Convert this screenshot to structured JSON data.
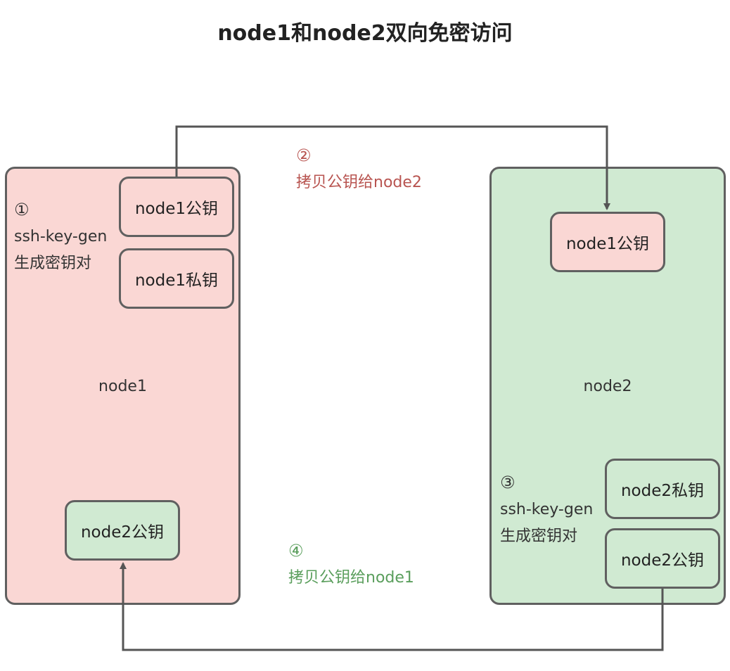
{
  "title": "node1和node2双向免密访问",
  "colors": {
    "node1_fill": "#fad7d4",
    "node2_fill": "#d0ead2",
    "border": "#606060",
    "step2_text": "#b85450",
    "step4_text": "#5a9e5c",
    "text": "#333333"
  },
  "node1": {
    "label": "node1",
    "public_key": "node1公钥",
    "private_key": "node1私钥",
    "received_key": "node2公钥",
    "step": {
      "number": "①",
      "command": "ssh-key-gen",
      "action": "生成密钥对"
    }
  },
  "node2": {
    "label": "node2",
    "public_key": "node2公钥",
    "private_key": "node2私钥",
    "received_key": "node1公钥",
    "step": {
      "number": "③",
      "command": "ssh-key-gen",
      "action": "生成密钥对"
    }
  },
  "copy_to_node2": {
    "number": "②",
    "text": "拷贝公钥给node2"
  },
  "copy_to_node1": {
    "number": "④",
    "text": "拷贝公钥给node1"
  }
}
